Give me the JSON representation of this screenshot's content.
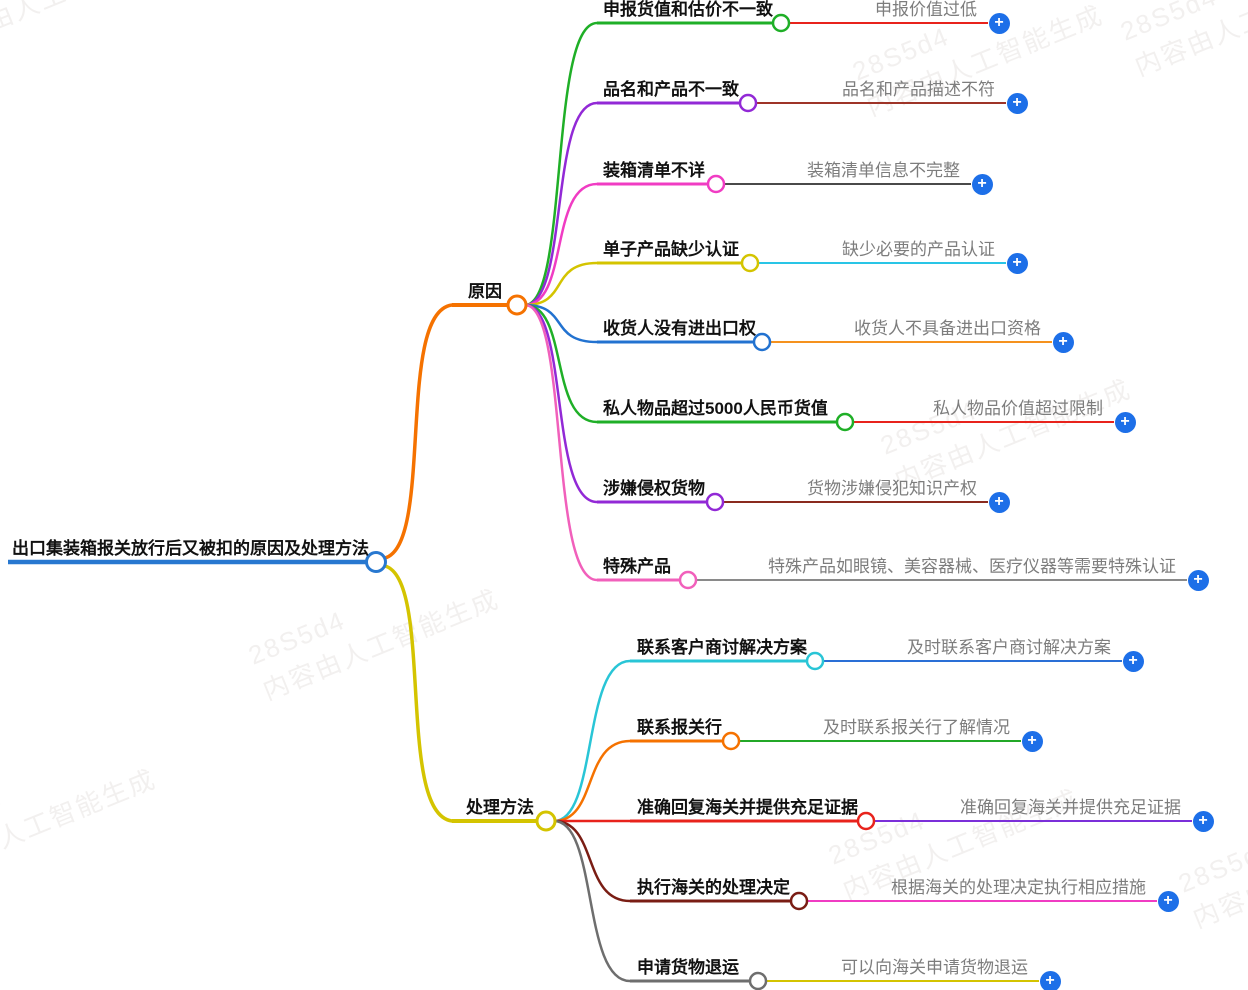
{
  "icons": {
    "plus": "+"
  },
  "plus_color": "#1d6fe8",
  "watermark": {
    "line1": "28S5d4",
    "line2": "内容由人工智能生成"
  },
  "root": {
    "label": "出口集装箱报关放行后又被扣的原因及处理方法",
    "color": "#2878d0"
  },
  "categories": [
    {
      "label": "原因",
      "color": "#f57200",
      "children": [
        {
          "label": "申报货值和估价不一致",
          "color": "#1faf27",
          "sub_label": "申报价值过低",
          "sub_color": "#e8231c"
        },
        {
          "label": "品名和产品不一致",
          "color": "#9229d6",
          "sub_label": "品名和产品描述不符",
          "sub_color": "#9e3428"
        },
        {
          "label": "装箱清单不详",
          "color": "#f03cc3",
          "sub_label": "装箱清单信息不完整",
          "sub_color": "#4a4a4a"
        },
        {
          "label": "单子产品缺少认证",
          "color": "#d4c400",
          "sub_label": "缺少必要的产品认证",
          "sub_color": "#29c5e6"
        },
        {
          "label": "收货人没有进出口权",
          "color": "#2272d0",
          "sub_label": "收货人不具备进出口资格",
          "sub_color": "#f5921e"
        },
        {
          "label": "私人物品超过5000人民币货值",
          "color": "#1faf27",
          "sub_label": "私人物品价值超过限制",
          "sub_color": "#e8231c"
        },
        {
          "label": "涉嫌侵权货物",
          "color": "#9229d6",
          "sub_label": "货物涉嫌侵犯知识产权",
          "sub_color": "#8a2a1e"
        },
        {
          "label": "特殊产品",
          "color": "#f160bb",
          "sub_label": "特殊产品如眼镜、美容器械、医疗仪器等需要特殊认证",
          "sub_color": "#8a8a8a"
        }
      ]
    },
    {
      "label": "处理方法",
      "color": "#d4c400",
      "children": [
        {
          "label": "联系客户商讨解决方案",
          "color": "#29c5d6",
          "sub_label": "及时联系客户商讨解决方案",
          "sub_color": "#2a6fd6"
        },
        {
          "label": "联系报关行",
          "color": "#f57200",
          "sub_label": "及时联系报关行了解情况",
          "sub_color": "#23a828"
        },
        {
          "label": "准确回复海关并提供充足证据",
          "color": "#e8231c",
          "sub_label": "准确回复海关并提供充足证据",
          "sub_color": "#7b2fd9"
        },
        {
          "label": "执行海关的处理决定",
          "color": "#7a1d14",
          "sub_label": "根据海关的处理决定执行相应措施",
          "sub_color": "#f03cc3"
        },
        {
          "label": "申请货物退运",
          "color": "#6e6e6e",
          "sub_label": "可以向海关申请货物退运",
          "sub_color": "#d4c400"
        }
      ]
    }
  ]
}
